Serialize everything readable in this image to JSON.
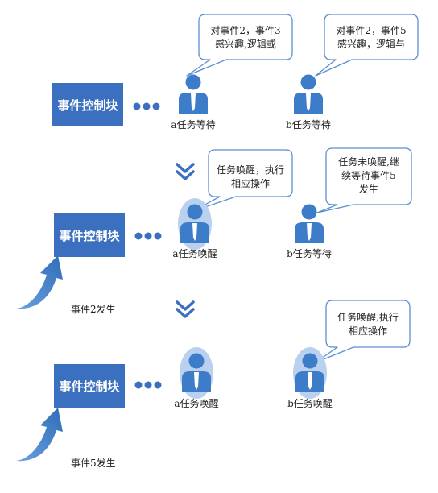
{
  "colors": {
    "block": "#3b6fbf",
    "dots": "#3b6fbf",
    "person": "#3d7cc9",
    "person_shadow": "#b9d1ee",
    "tie": "#ffffff",
    "bubble_border": "#5b8fd0",
    "chevron": "#3b6fbf",
    "arrow": "#3d7cc9"
  },
  "block_label": "事件控制块",
  "stages": [
    {
      "event_label": "",
      "task_a": {
        "label": "a任务等待",
        "awake": false,
        "bubble": [
          "对事件2，事件3",
          "感兴趣,逻辑或"
        ]
      },
      "task_b": {
        "label": "b任务等待",
        "awake": false,
        "bubble": [
          "对事件2，事件5",
          "感兴趣，逻辑与"
        ]
      }
    },
    {
      "event_label": "事件2发生",
      "task_a": {
        "label": "a任务唤醒",
        "awake": true,
        "bubble": [
          "任务唤醒，执行",
          "相应操作"
        ]
      },
      "task_b": {
        "label": "b任务等待",
        "awake": false,
        "bubble": [
          "任务未唤醒,继",
          "续等待事件5",
          "发生"
        ]
      }
    },
    {
      "event_label": "事件5发生",
      "task_a": {
        "label": "a任务唤醒",
        "awake": true,
        "bubble": []
      },
      "task_b": {
        "label": "b任务唤醒",
        "awake": true,
        "bubble": [
          "任务唤醒,执行",
          "相应操作"
        ]
      }
    }
  ]
}
